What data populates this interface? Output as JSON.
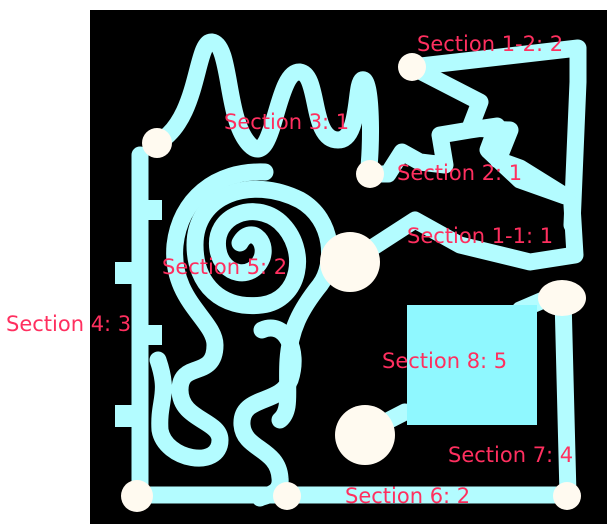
{
  "colors": {
    "background": "#000000",
    "track": "#b3fcff",
    "node": "#fffaf0",
    "label": "#ff2f5f",
    "block": "#8ff8ff"
  },
  "sections": [
    {
      "id": "s1-2",
      "label": "Section 1-2: 2"
    },
    {
      "id": "s3",
      "label": "Section 3: 1"
    },
    {
      "id": "s2",
      "label": "Section 2: 1"
    },
    {
      "id": "s1-1",
      "label": "Section 1-1: 1"
    },
    {
      "id": "s5",
      "label": "Section 5: 2"
    },
    {
      "id": "s4",
      "label": "Section 4: 3"
    },
    {
      "id": "s8",
      "label": "Section 8: 5"
    },
    {
      "id": "s7",
      "label": "Section 7: 4"
    },
    {
      "id": "s6",
      "label": "Section 6: 2"
    }
  ]
}
